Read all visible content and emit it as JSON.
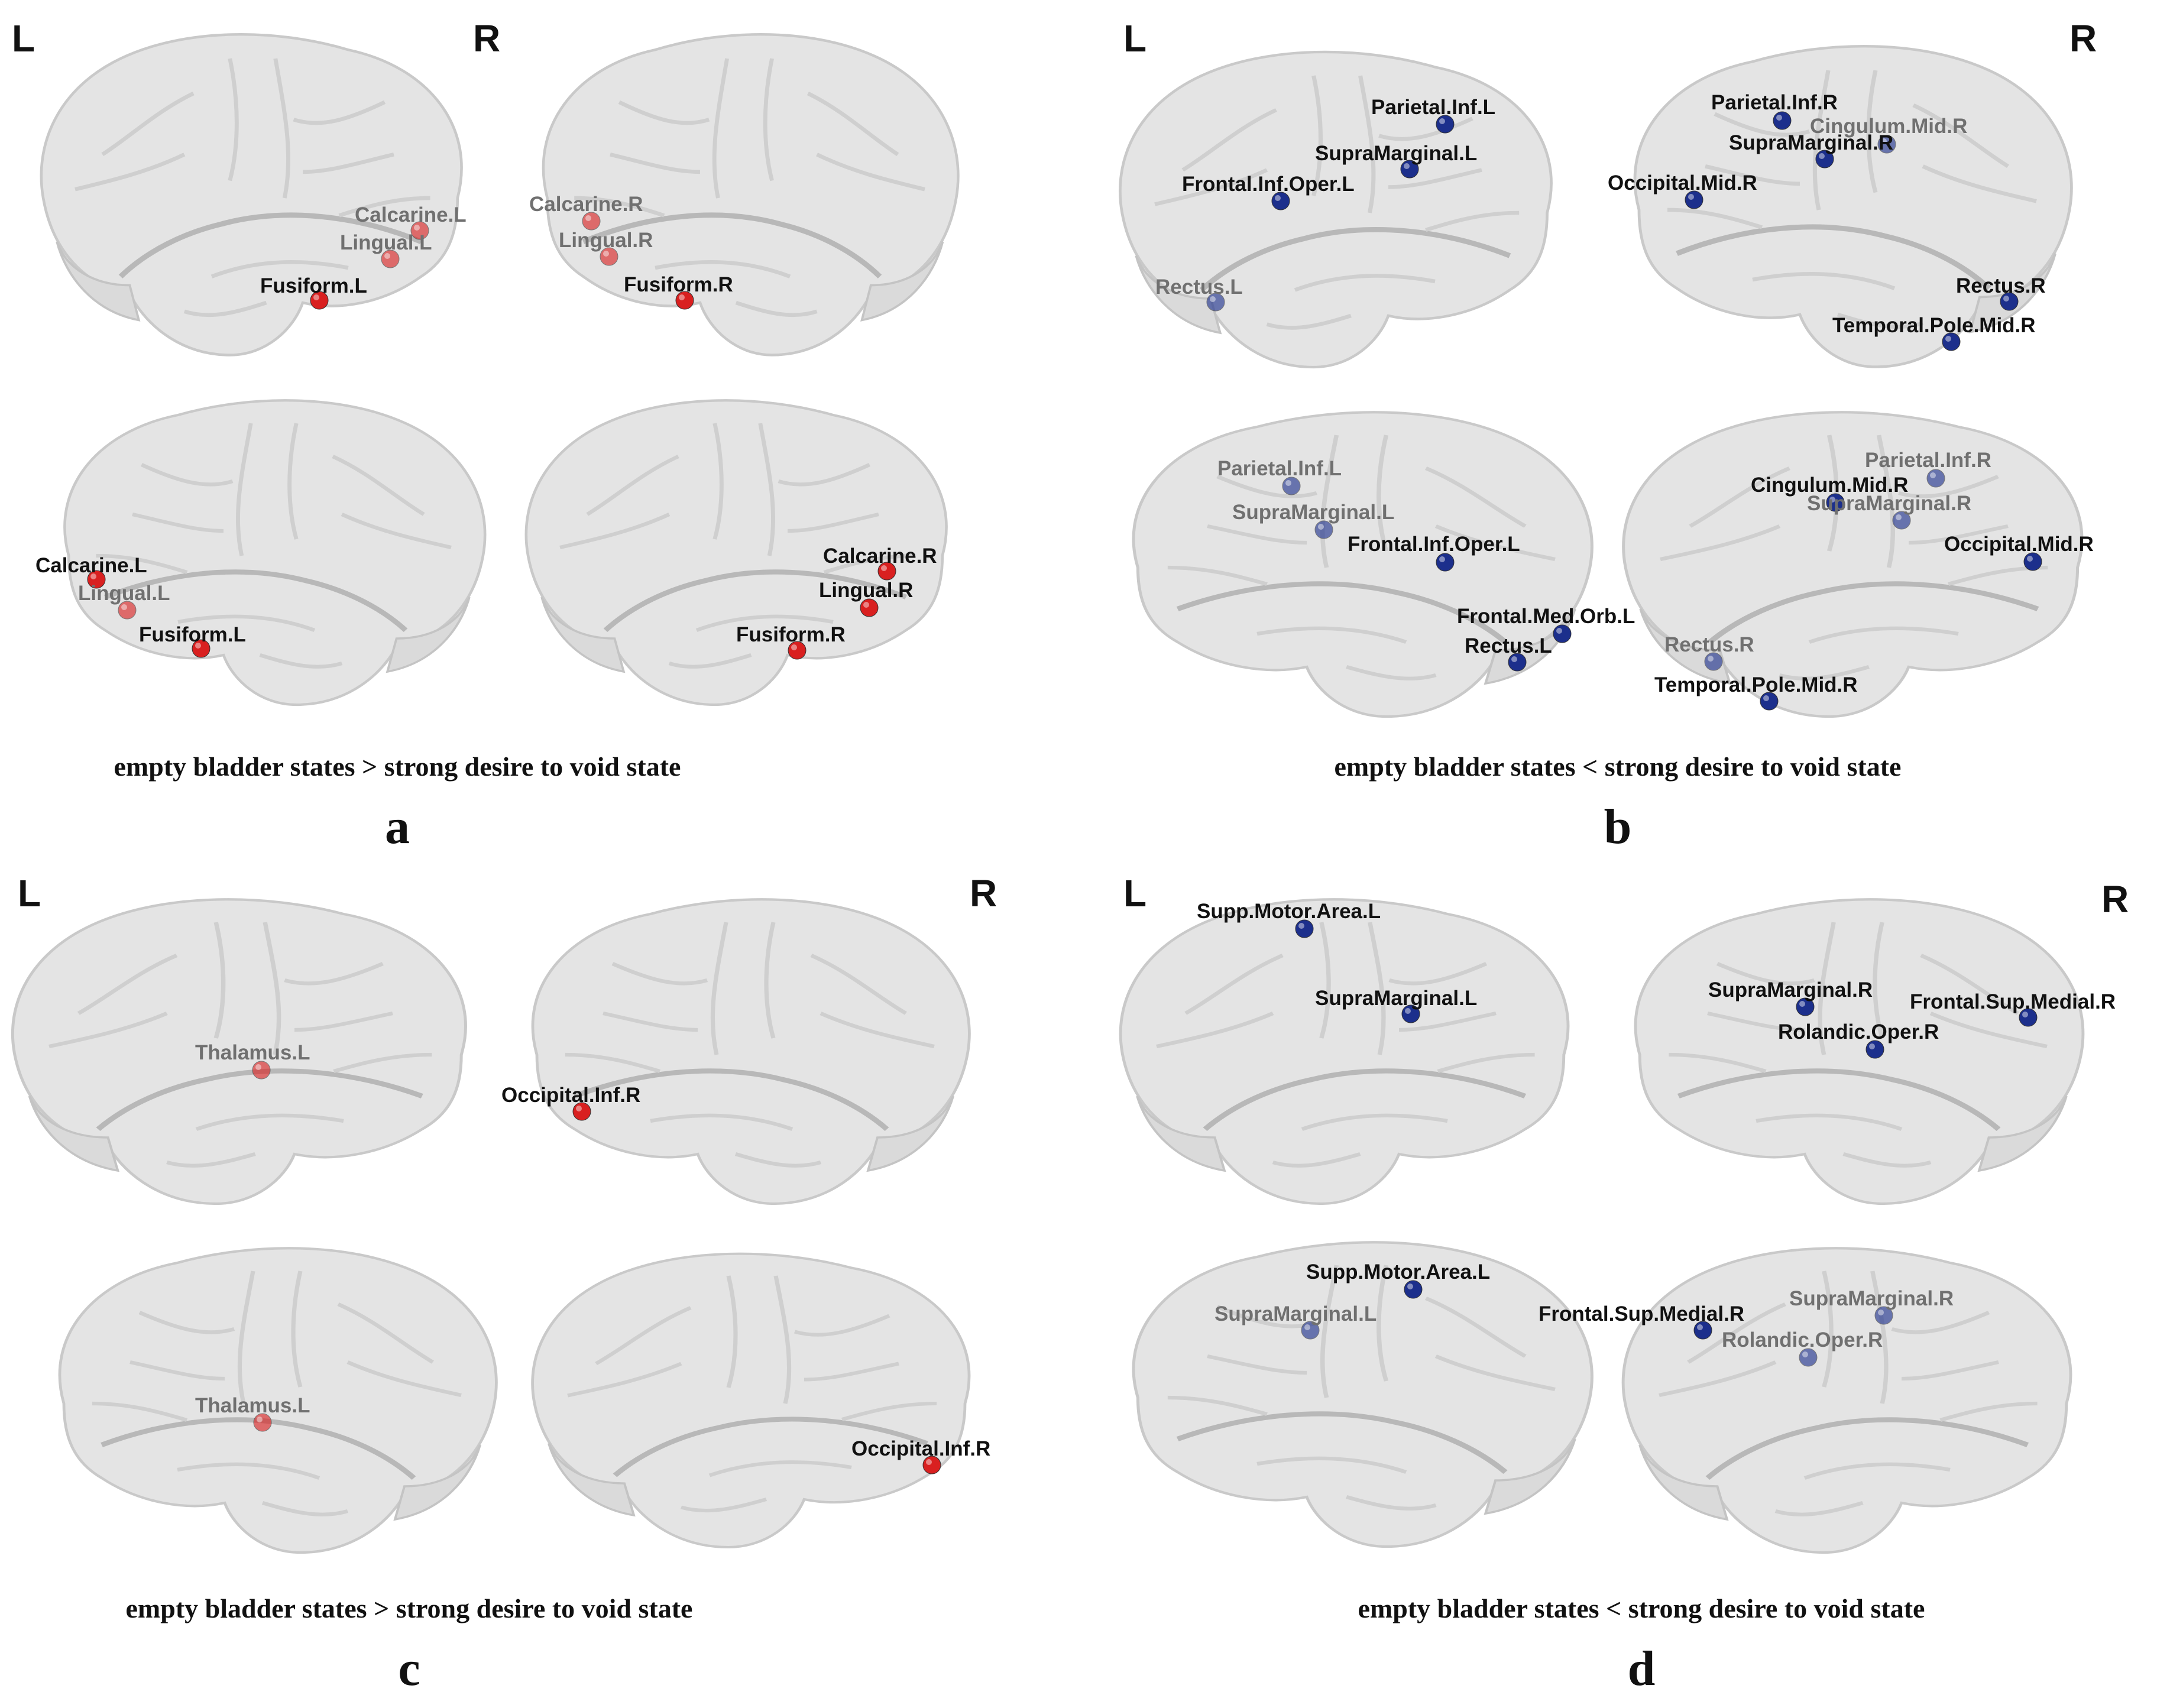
{
  "colors": {
    "increase_node": "#d92020",
    "decrease_node": "#1c2f8c",
    "label_front": "#111111",
    "label_back": "#707070",
    "brain_fill": "#e4e4e4",
    "brain_sulci": "#b8b8b8"
  },
  "panels": [
    {
      "id": "a",
      "letter": "a",
      "caption": "empty bladder states  >  strong desire to void state",
      "left_label": "L",
      "right_label": "R",
      "node_color_key": "increase_node",
      "views": [
        {
          "hemisphere": "left",
          "view": "lateral",
          "regions": [
            "Calcarine.L",
            "Lingual.L",
            "Fusiform.L"
          ]
        },
        {
          "hemisphere": "right",
          "view": "lateral",
          "regions": [
            "Calcarine.R",
            "Lingual.R",
            "Fusiform.R"
          ]
        },
        {
          "hemisphere": "left",
          "view": "medial",
          "regions": [
            "Calcarine.L",
            "Lingual.L",
            "Fusiform.L"
          ]
        },
        {
          "hemisphere": "right",
          "view": "medial",
          "regions": [
            "Calcarine.R",
            "Lingual.R",
            "Fusiform.R"
          ]
        }
      ]
    },
    {
      "id": "b",
      "letter": "b",
      "caption": "empty bladder states  <  strong desire to void state",
      "left_label": "L",
      "right_label": "R",
      "node_color_key": "decrease_node",
      "views": [
        {
          "hemisphere": "left",
          "view": "lateral",
          "regions": [
            "Parietal.Inf.L",
            "SupraMarginal.L",
            "Frontal.Inf.Oper.L",
            "Rectus.L"
          ]
        },
        {
          "hemisphere": "right",
          "view": "lateral",
          "regions": [
            "Parietal.Inf.R",
            "Cingulum.Mid.R",
            "SupraMarginal.R",
            "Occipital.Mid.R",
            "Rectus.R",
            "Temporal.Pole.Mid.R"
          ]
        },
        {
          "hemisphere": "left",
          "view": "medial",
          "regions": [
            "Parietal.Inf.L",
            "SupraMarginal.L",
            "Frontal.Inf.Oper.L",
            "Frontal.Med.Orb.L",
            "Rectus.L"
          ]
        },
        {
          "hemisphere": "right",
          "view": "medial",
          "regions": [
            "Parietal.Inf.R",
            "Cingulum.Mid.R",
            "SupraMarginal.R",
            "Occipital.Mid.R",
            "Rectus.R",
            "Temporal.Pole.Mid.R"
          ]
        }
      ]
    },
    {
      "id": "c",
      "letter": "c",
      "caption": "empty bladder states  >  strong desire to void state",
      "left_label": "L",
      "right_label": "R",
      "node_color_key": "increase_node",
      "views": [
        {
          "hemisphere": "left",
          "view": "lateral",
          "regions": [
            "Thalamus.L"
          ]
        },
        {
          "hemisphere": "right",
          "view": "lateral",
          "regions": [
            "Occipital.Inf.R"
          ]
        },
        {
          "hemisphere": "left",
          "view": "medial",
          "regions": [
            "Thalamus.L"
          ]
        },
        {
          "hemisphere": "right",
          "view": "medial",
          "regions": [
            "Occipital.Inf.R"
          ]
        }
      ]
    },
    {
      "id": "d",
      "letter": "d",
      "caption": "empty bladder states  <  strong desire to void state",
      "left_label": "L",
      "right_label": "R",
      "node_color_key": "decrease_node",
      "views": [
        {
          "hemisphere": "left",
          "view": "lateral",
          "regions": [
            "Supp.Motor.Area.L",
            "SupraMarginal.L"
          ]
        },
        {
          "hemisphere": "right",
          "view": "lateral",
          "regions": [
            "SupraMarginal.R",
            "Frontal.Sup.Medial.R",
            "Rolandic.Oper.R"
          ]
        },
        {
          "hemisphere": "left",
          "view": "medial",
          "regions": [
            "Supp.Motor.Area.L",
            "SupraMarginal.L"
          ]
        },
        {
          "hemisphere": "right",
          "view": "medial",
          "regions": [
            "Frontal.Sup.Medial.R",
            "SupraMarginal.R",
            "Rolandic.Oper.R"
          ]
        }
      ]
    }
  ]
}
